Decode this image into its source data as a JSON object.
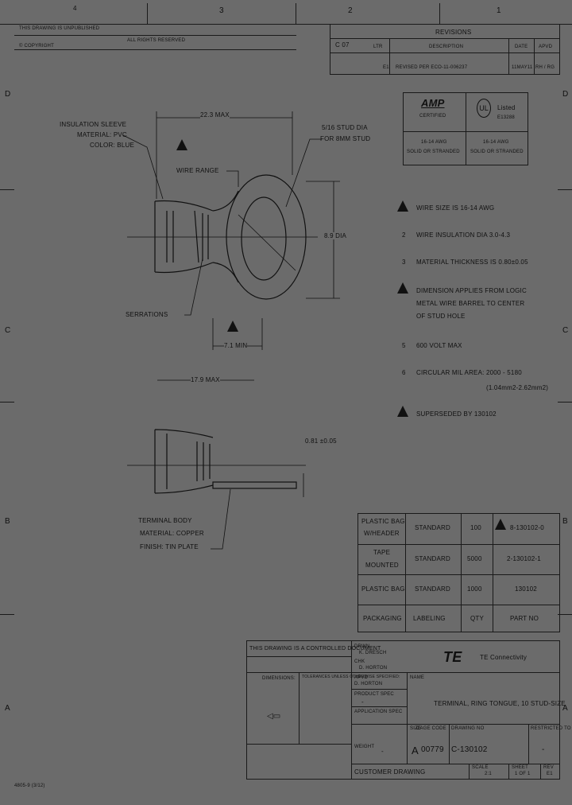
{
  "zones_top": [
    "4",
    "3",
    "2",
    "1"
  ],
  "zones_side": [
    "D",
    "C",
    "B",
    "A"
  ],
  "header": {
    "left_line1": "THIS DRAWING IS UNPUBLISHED",
    "left_line2": "ALL RIGHTS RESERVED",
    "copyright": "© COPYRIGHT",
    "revisions_title": "REVISIONS",
    "rev_letters": "C  07",
    "rev_col_ltr": "LTR",
    "rev_col_desc": "DESCRIPTION",
    "rev_col_date": "DATE",
    "rev_col_apvd": "APVD",
    "rev_row_ltr": "E1",
    "rev_row_desc": "REVISED PER ECO-11-006237",
    "rev_row_date": "11MAY11",
    "rev_row_apvd": "RH / RG"
  },
  "certs": {
    "amp_logo": "AMP",
    "amp_sub": "CERTIFIED",
    "ul_listed": "Listed",
    "ul_file": "E13288",
    "left_bottom_1": "16-14 AWG",
    "left_bottom_2": "SOLID OR STRANDED",
    "right_bottom_1": "16-14 AWG",
    "right_bottom_2": "SOLID OR STRANDED"
  },
  "drawing": {
    "insulation_label_1": "INSULATION SLEEVE",
    "insulation_label_2": "MATERIAL: PVC",
    "insulation_label_3": "COLOR: BLUE",
    "wire_range": "WIRE RANGE",
    "dim_max": "22.3 MAX",
    "stud_label_1": "5/16 STUD DIA",
    "stud_label_2": "FOR 8MM STUD",
    "dia_label": "8.9 DIA",
    "serrations": "SERRATIONS",
    "min_label": "7.1 MIN",
    "overall_max": "17.9 MAX",
    "thickness": "0.81 ±0.05",
    "body_label_1": "TERMINAL BODY",
    "body_label_2": "MATERIAL: COPPER",
    "body_label_3": "FINISH: TIN PLATE"
  },
  "notes": {
    "n1": "WIRE SIZE IS 16-14 AWG",
    "n2_num": "2",
    "n2": "WIRE INSULATION DIA 3.0-4.3",
    "n3_num": "3",
    "n3": "MATERIAL THICKNESS IS 0.80±0.05",
    "n4_1": "DIMENSION APPLIES FROM LOGIC",
    "n4_2": "METAL WIRE BARREL TO CENTER",
    "n4_3": "OF STUD HOLE",
    "n5_num": "5",
    "n5": "600 VOLT MAX",
    "n6_num": "6",
    "n6": "CIRCULAR MIL AREA: 2000 - 5180",
    "n6b": "(1.04mm2-2.62mm2)",
    "n7": "SUPERSEDED BY 130102"
  },
  "packaging": {
    "rows": [
      {
        "c1a": "PLASTIC BAG",
        "c1b": "W/HEADER",
        "c2": "STANDARD",
        "c3": "100",
        "c4": "8-130102-0"
      },
      {
        "c1a": "TAPE",
        "c1b": "MOUNTED",
        "c2": "STANDARD",
        "c3": "5000",
        "c4": "2-130102-1"
      },
      {
        "c1a": "PLASTIC BAG",
        "c1b": "",
        "c2": "STANDARD",
        "c3": "1000",
        "c4": "130102"
      },
      {
        "c1a": "PACKAGING",
        "c1b": "",
        "c2": "LABELING",
        "c3": "QTY",
        "c4": "PART NO"
      }
    ]
  },
  "title_block": {
    "controlled": "THIS DRAWING IS A CONTROLLED DOCUMENT",
    "dims_label": "DIMENSIONS:",
    "tolerances": "TOLERANCES UNLESS OTHERWISE SPECIFIED:",
    "drwn": "DRWN",
    "chk": "CHK",
    "appvd": "APVD",
    "drwn_name": "K. DRESCH",
    "chk_name": "D. HORTON",
    "appvd_name": "D. HORTON",
    "product_spec": "PRODUCT SPEC",
    "application_spec": "APPLICATION SPEC",
    "weight_label": "WEIGHT",
    "weight_val": "-",
    "dash": "-",
    "name_label": "NAME",
    "title": "TERMINAL, RING TONGUE, 10 STUD-SIZE",
    "brand": "TE",
    "brand_sub": "TE Connectivity",
    "size_label": "SIZE",
    "cage": "CAGE CODE",
    "dwg_no_label": "DRAWING NO",
    "rstr": "RESTRICTED TO",
    "size": "A",
    "cage_code": "00779",
    "dwg_no": "C-130102",
    "rstr_val": "-",
    "customer": "CUSTOMER DRAWING",
    "scale": "SCALE",
    "scale_val": "2:1",
    "sheet": "SHEET",
    "sheet_val": "1 OF 1",
    "rev": "REV",
    "rev_val": "E1",
    "form_no": "4805-9 (3/12)"
  },
  "colors": {
    "background": "#6b6b6b",
    "ink": "#111111"
  }
}
